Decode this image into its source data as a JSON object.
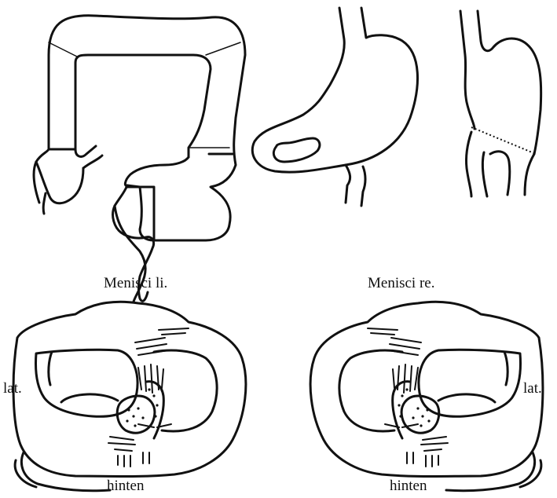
{
  "labels": {
    "menisci_left": "Menisci li.",
    "menisci_right": "Menisci re.",
    "lateral_left": "lat.",
    "lateral_right": "lat.",
    "posterior_left": "hinten",
    "posterior_right": "hinten"
  }
}
